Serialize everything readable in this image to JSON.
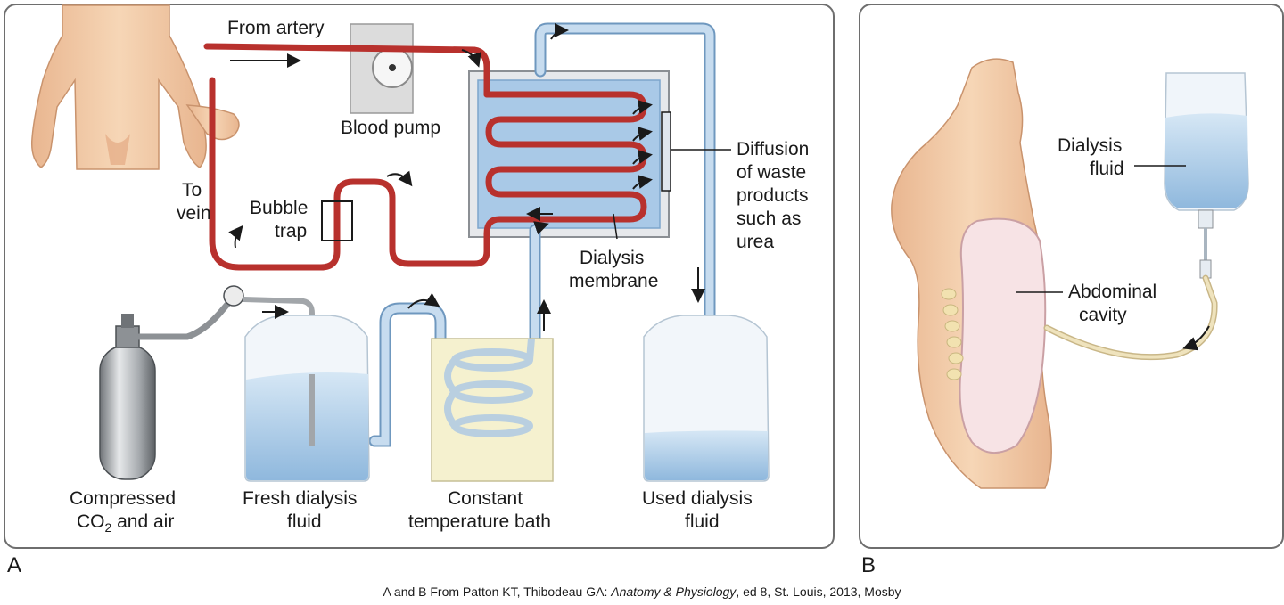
{
  "panel_a": {
    "letter": "A",
    "labels": {
      "from_artery": "From artery",
      "blood_pump": "Blood pump",
      "to_vein_1": "To",
      "to_vein_2": "vein",
      "bubble_trap_1": "Bubble",
      "bubble_trap_2": "trap",
      "diffusion_1": "Diffusion",
      "diffusion_2": "of waste",
      "diffusion_3": "products",
      "diffusion_4": "such as",
      "diffusion_5": "urea",
      "membrane_1": "Dialysis",
      "membrane_2": "membrane",
      "compressed_1": "Compressed",
      "compressed_2_pre": "CO",
      "compressed_2_sub": "2",
      "compressed_2_post": " and air",
      "fresh_1": "Fresh dialysis",
      "fresh_2": "fluid",
      "bath_1": "Constant",
      "bath_2": "temperature bath",
      "used_1": "Used dialysis",
      "used_2": "fluid"
    }
  },
  "panel_b": {
    "letter": "B",
    "labels": {
      "dialysis_fluid_1": "Dialysis",
      "dialysis_fluid_2": "fluid",
      "abdominal_1": "Abdominal",
      "abdominal_2": "cavity"
    }
  },
  "credit": {
    "pre": "A and B From Patton KT, Thibodeau GA: ",
    "title": "Anatomy & Physiology",
    "post": ", ed 8, St. Louis, 2013, Mosby"
  },
  "colors": {
    "blood_tube": "#b8312d",
    "dialysate_tube": "#9fc0df",
    "fluid": "#a9cbe8",
    "skin": "#f2c9a3",
    "bath": "#f5f1cf"
  }
}
